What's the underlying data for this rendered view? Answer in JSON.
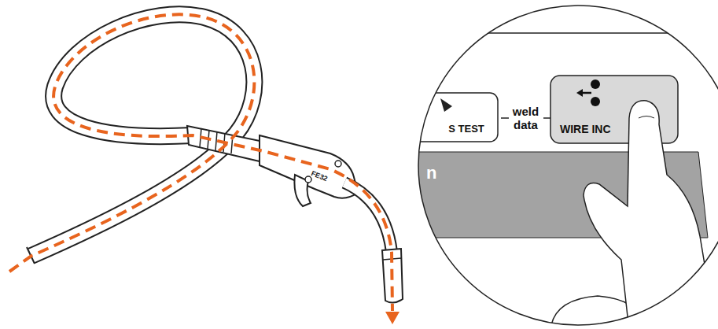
{
  "diagram": {
    "nodes": [
      {
        "text": [
          "S TEST"
        ]
      },
      {
        "text": [
          "WIRE INC"
        ]
      },
      {
        "text": [
          "n"
        ]
      }
    ],
    "edges": [
      {
        "from": 0,
        "to": 1,
        "arrow": "none",
        "label": "weld data"
      }
    ],
    "labels": [
      "FE32"
    ]
  }
}
